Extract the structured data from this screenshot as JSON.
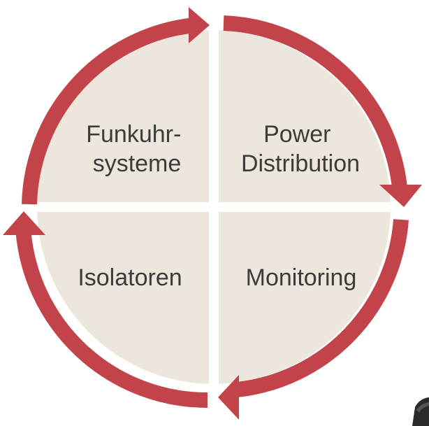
{
  "colors": {
    "ring": "#c2444a",
    "quadrant_fill": "#ede6dc",
    "text": "#3b3b3b",
    "background": "#ffffff"
  },
  "quadrants": [
    {
      "id": "top-left",
      "lines": [
        "Funkuhr-",
        "systeme"
      ]
    },
    {
      "id": "top-right",
      "lines": [
        "Power",
        "Distribution"
      ]
    },
    {
      "id": "bottom-left",
      "lines": [
        "Isolatoren"
      ]
    },
    {
      "id": "bottom-right",
      "lines": [
        "Monitoring"
      ]
    }
  ],
  "arrows": [
    {
      "name": "arrow-top-clockwise",
      "icon": "curved-arrow-right-icon"
    },
    {
      "name": "arrow-right-clockwise",
      "icon": "curved-arrow-down-icon"
    },
    {
      "name": "arrow-bottom-clockwise",
      "icon": "curved-arrow-left-icon"
    },
    {
      "name": "arrow-left-clockwise",
      "icon": "curved-arrow-up-icon"
    }
  ]
}
